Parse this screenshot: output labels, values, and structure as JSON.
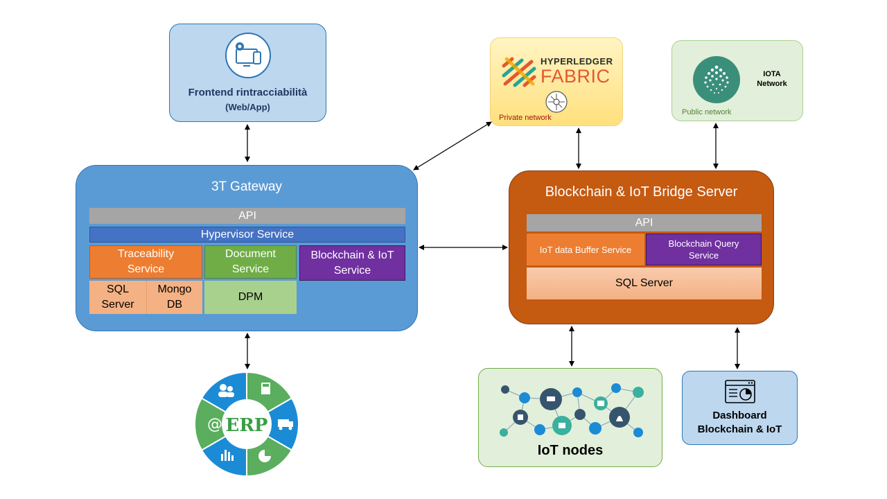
{
  "colors": {
    "gateway": "#5b9bd5",
    "bridge": "#c55a11",
    "api": "#a5a5a5",
    "hypervisor": "#4472c4",
    "orange": "#ed7d31",
    "green": "#70ad47",
    "purple": "#7030a0",
    "salmon": "#f4b183",
    "lightgreen": "#a9d18e"
  },
  "frontend": {
    "title": "Frontend rintracciabilità",
    "subtitle": "(Web/App)",
    "icon": "web-app-settings-icon"
  },
  "hyperledger": {
    "line1": "HYPERLEDGER",
    "line2": "FABRIC",
    "network": "Private network",
    "icon": "hyperledger-fabric-logo"
  },
  "iota": {
    "title_line1": "IOTA",
    "title_line2": "Network",
    "network": "Public network",
    "icon": "iota-logo"
  },
  "gateway": {
    "title": "3T Gateway",
    "api": "API",
    "hypervisor": "Hypervisor Service",
    "traceability": "Traceability Service",
    "document": "Document Service",
    "blockchain_iot": "Blockchain & IoT Service",
    "sql_server": "SQL Server",
    "mongo_db": "Mongo DB",
    "dpm": "DPM"
  },
  "bridge": {
    "title": "Blockchain & IoT Bridge Server",
    "api": "API",
    "iot_buffer": "IoT data Buffer Service",
    "blockchain_query": "Blockchain Query Service",
    "sql_server": "SQL Server"
  },
  "erp": {
    "label": "ERP"
  },
  "iot_nodes": {
    "label": "IoT nodes"
  },
  "dashboard": {
    "line1": "Dashboard",
    "line2": "Blockchain & IoT",
    "icon": "dashboard-icon"
  }
}
